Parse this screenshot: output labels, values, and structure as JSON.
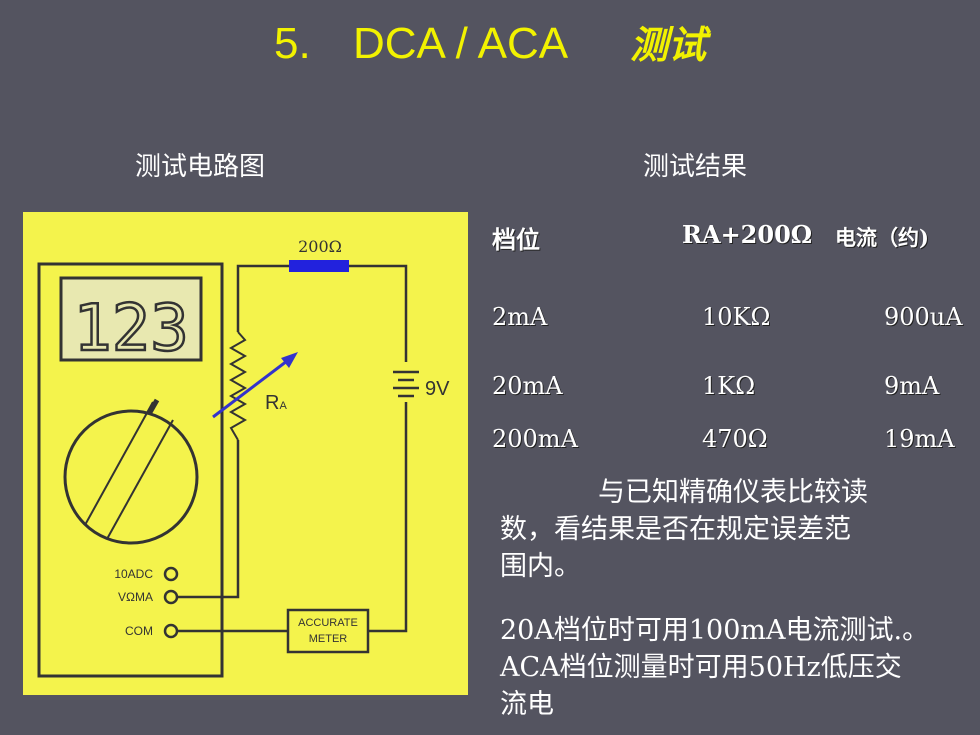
{
  "slide": {
    "title_num": "5.",
    "title_main": "DCA / ACA",
    "title_cn": "测试",
    "left_heading": "测试电路图",
    "right_heading": "测试结果"
  },
  "circuit": {
    "display": "123",
    "resistor_label": "200Ω",
    "ra_label_main": "R",
    "ra_label_sub": "A",
    "battery_label": "9V",
    "terminal_1": "10ADC",
    "terminal_2": "VΩMA",
    "terminal_3": "COM",
    "meter_line1": "ACCURATE",
    "meter_line2": "METER"
  },
  "table": {
    "headers": [
      "档位",
      "RA+200Ω",
      "电流（约)"
    ],
    "rows": [
      [
        "2mA",
        "10KΩ",
        "900uA"
      ],
      [
        "20mA",
        "1KΩ",
        "9mA"
      ],
      [
        "200mA",
        "470Ω",
        "19mA"
      ]
    ]
  },
  "notes": {
    "para1_line1": "与已知精确仪表比较读",
    "para1_line2": "数，看结果是否在规定误差范",
    "para1_line3": "围内。",
    "para2_line1": "20A档位时可用100mA电流测试.。",
    "para2_line2": "ACA档位测量时可用50Hz低压交",
    "para2_line3": "流电"
  },
  "colors": {
    "background": "#545460",
    "title": "#f2f200",
    "circuit_bg": "#f4f34c",
    "resistor": "#2222dd"
  }
}
